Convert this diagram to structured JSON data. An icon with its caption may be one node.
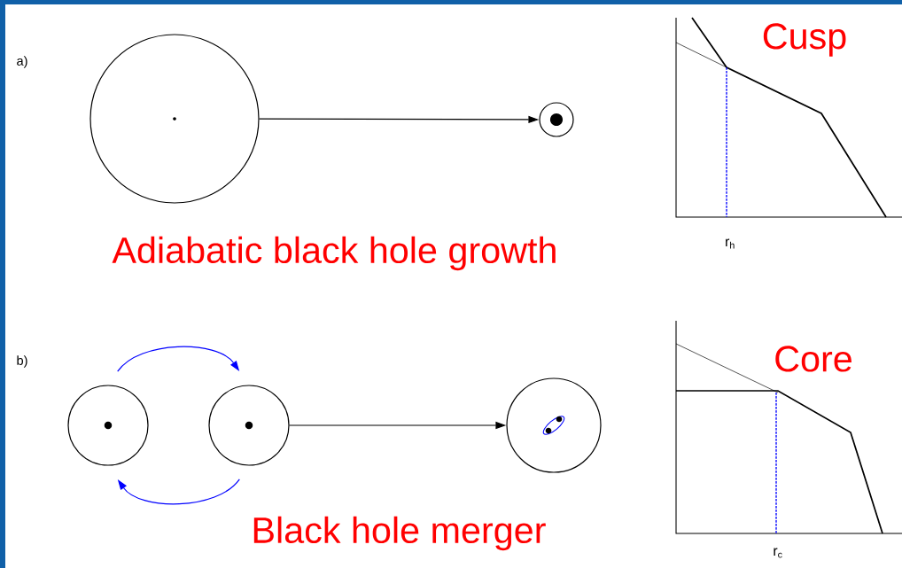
{
  "diagram": {
    "nodes": [
      {
        "text": [],
        "shape": "circle"
      },
      {
        "text": [],
        "shape": "circle"
      },
      {
        "text": [],
        "shape": "circle"
      },
      {
        "text": [],
        "shape": "circle"
      },
      {
        "text": [],
        "shape": "circle"
      }
    ],
    "edges": [
      {
        "from": 0,
        "to": 1,
        "arrow": "to"
      },
      {
        "from": 2,
        "to": 3,
        "arrow": "to",
        "color": "#0000ff"
      },
      {
        "from": 3,
        "to": 2,
        "arrow": "to",
        "color": "#0000ff"
      },
      {
        "from": 3,
        "to": 4,
        "arrow": "to"
      }
    ],
    "labels": [
      "a)",
      "Cusp",
      "Adiabatic black hole growth",
      "r$_{h}$",
      "b)",
      "Core",
      "Black hole merger",
      "r$_{c}$"
    ]
  }
}
